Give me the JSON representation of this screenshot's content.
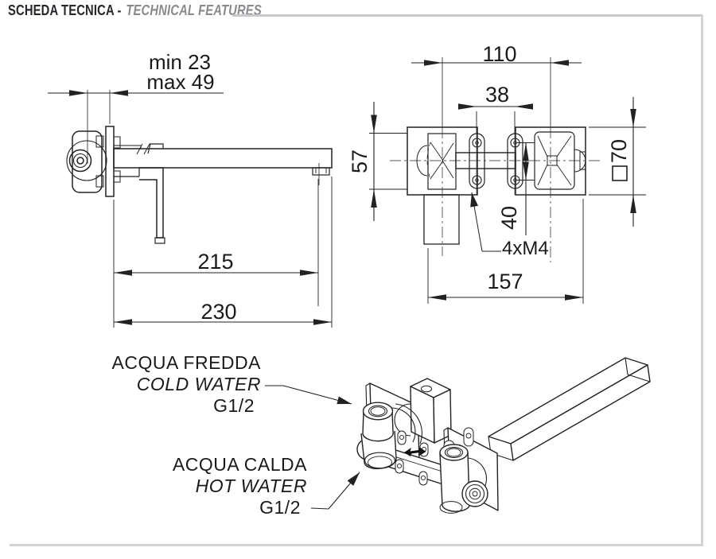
{
  "header": {
    "title": "SCHEDA TECNICA -",
    "subtitle": "TECHNICAL FEATURES"
  },
  "side_view": {
    "wall_depth_min": "min 23",
    "wall_depth_max": "max 49",
    "spout_projection_to_aerator": "215",
    "spout_projection_total": "230"
  },
  "front_view": {
    "handle_centers_distance": "110",
    "fixing_holes_horizontal": "38",
    "body_height": "57",
    "plate_size": "70",
    "fixing_holes_vertical": "40",
    "fixing_screws": "4xM4",
    "overall_width": "157"
  },
  "connections": {
    "cold": {
      "italian": "ACQUA FREDDA",
      "english": "COLD WATER",
      "thread": "G1/2"
    },
    "hot": {
      "italian": "ACQUA CALDA",
      "english": "HOT WATER",
      "thread": "G1/2"
    }
  },
  "colors": {
    "line": "#222222",
    "frame_gray": "#d2d2d6",
    "subtitle_gray": "#8a8a8e"
  }
}
